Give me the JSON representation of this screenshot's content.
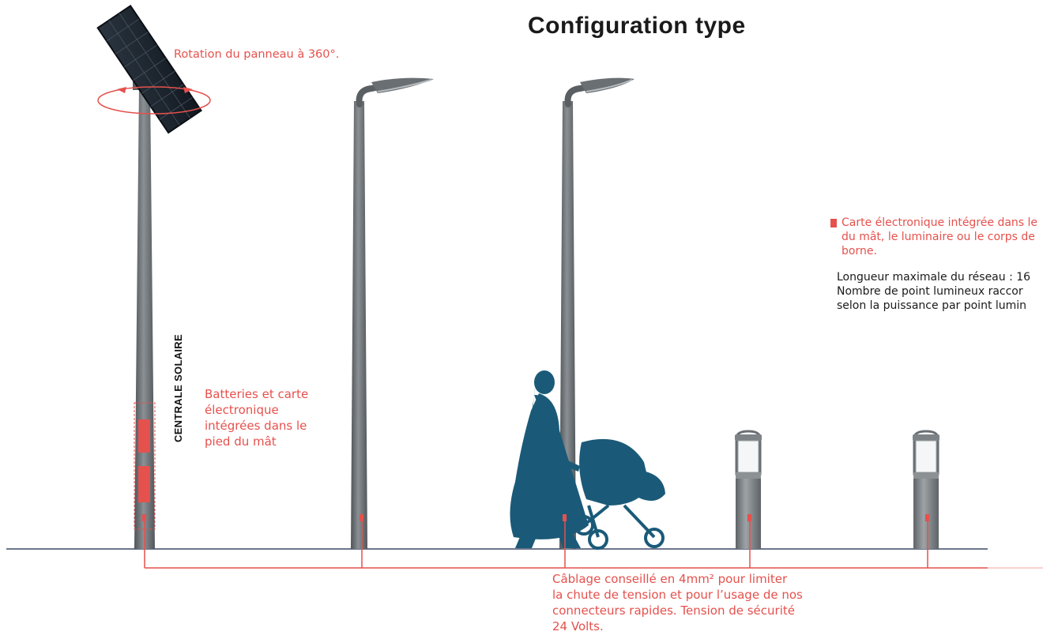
{
  "title": "Configuration type",
  "annotations": {
    "rotation": "Rotation du panneau à 360°.",
    "vertical_label": "CENTRALE SOLAIRE",
    "battery": [
      "Batteries et carte",
      "électronique",
      "intégrées dans le",
      "pied du mât"
    ],
    "card": [
      "Carte électronique intégrée dans le",
      "du mât, le luminaire ou le corps de",
      "borne."
    ],
    "network": [
      "Longueur maximale du réseau : 16",
      "Nombre de point lumineux raccor",
      "selon la puissance par point lumin"
    ],
    "cable": [
      "Câblage conseillé en 4mm² pour limiter",
      "la chute de tension et pour l’usage de nos",
      "connecteurs rapides. Tension de sécurité",
      "24 Volts."
    ]
  },
  "colors": {
    "accent_red": "#e5514d",
    "pole_grey": "#6f7478",
    "silhouette_blue": "#1a5a78",
    "ground_line": "#3b4a66"
  }
}
